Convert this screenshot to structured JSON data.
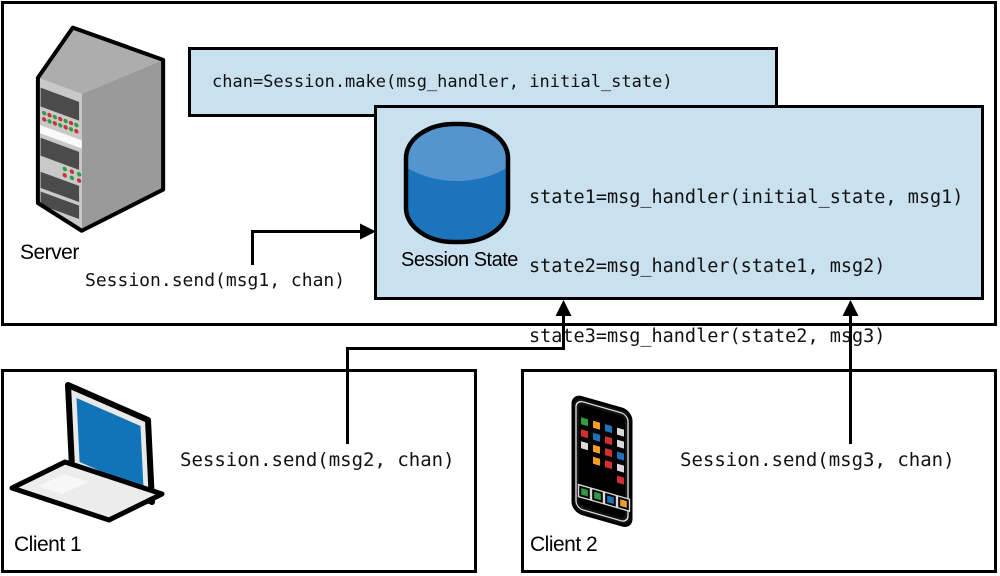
{
  "server_label": "Server",
  "chan_code": "chan=Session.make(msg_handler, initial_state)",
  "session_state": {
    "label": "Session State",
    "code_lines": [
      "state1=msg_handler(initial_state, msg1)",
      "state2=msg_handler(state1, msg2)",
      "state3=msg_handler(state2, msg3)"
    ]
  },
  "server_send": "Session.send(msg1, chan)",
  "client1": {
    "label": "Client 1",
    "send": "Session.send(msg2, chan)"
  },
  "client2": {
    "label": "Client 2",
    "send": "Session.send(msg3, chan)"
  },
  "colors": {
    "box_fill": "#c9e0ef",
    "outline": "#000000",
    "cylinder_top": "#5595ce",
    "cylinder_body": "#1c75bc",
    "laptop_screen": "#1173b8",
    "server_front": "#c9c9c9",
    "server_side": "#9a9a9a",
    "server_top": "#adadad",
    "slot_gray": "#4b4b4b",
    "led_red": "#c83232",
    "led_green": "#2f9e41",
    "app_orange": "#f2a01e",
    "app_silver": "#d9d9d9",
    "app_blue": "#1c75bc",
    "app_green": "#2f9e41",
    "app_red": "#d22f2f",
    "phone_body": "#141414"
  }
}
